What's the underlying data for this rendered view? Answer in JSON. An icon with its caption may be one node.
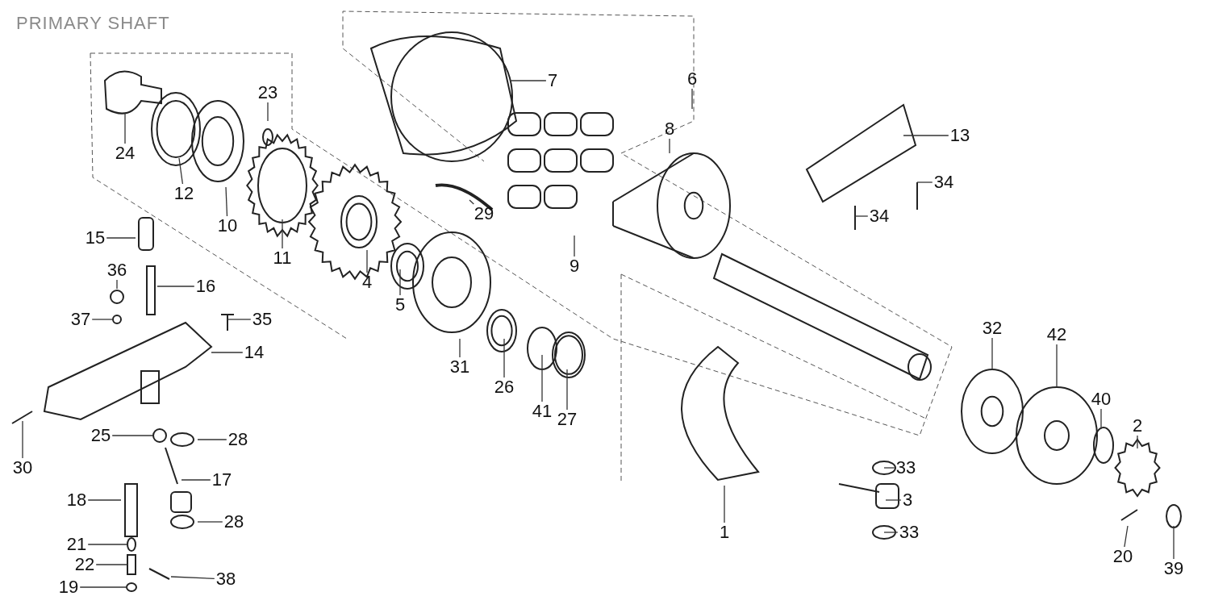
{
  "diagram": {
    "title": "PRIMARY SHAFT",
    "nodes": [
      {
        "text": [
          "7"
        ]
      },
      {
        "text": [
          "6"
        ]
      },
      {
        "text": [
          "23"
        ]
      },
      {
        "text": [
          "13"
        ]
      },
      {
        "text": [
          "8"
        ]
      },
      {
        "text": [
          "24"
        ]
      },
      {
        "text": [
          "34"
        ]
      },
      {
        "text": [
          "12"
        ]
      },
      {
        "text": [
          "34"
        ]
      },
      {
        "text": [
          "29"
        ]
      },
      {
        "text": [
          "10"
        ]
      },
      {
        "text": [
          "15"
        ]
      },
      {
        "text": [
          "11"
        ]
      },
      {
        "text": [
          "9"
        ]
      },
      {
        "text": [
          "36"
        ]
      },
      {
        "text": [
          "4"
        ]
      },
      {
        "text": [
          "16"
        ]
      },
      {
        "text": [
          "5"
        ]
      },
      {
        "text": [
          "37"
        ]
      },
      {
        "text": [
          "35"
        ]
      },
      {
        "text": [
          "32"
        ]
      },
      {
        "text": [
          "42"
        ]
      },
      {
        "text": [
          "14"
        ]
      },
      {
        "text": [
          "31"
        ]
      },
      {
        "text": [
          "26"
        ]
      },
      {
        "text": [
          "40"
        ]
      },
      {
        "text": [
          "41"
        ]
      },
      {
        "text": [
          "27"
        ]
      },
      {
        "text": [
          "2"
        ]
      },
      {
        "text": [
          "25"
        ]
      },
      {
        "text": [
          "28"
        ]
      },
      {
        "text": [
          "30"
        ]
      },
      {
        "text": [
          "33"
        ]
      },
      {
        "text": [
          "17"
        ]
      },
      {
        "text": [
          "3"
        ]
      },
      {
        "text": [
          "18"
        ]
      },
      {
        "text": [
          "28"
        ]
      },
      {
        "text": [
          "33"
        ]
      },
      {
        "text": [
          "1"
        ]
      },
      {
        "text": [
          "21"
        ]
      },
      {
        "text": [
          "20"
        ]
      },
      {
        "text": [
          "22"
        ]
      },
      {
        "text": [
          "39"
        ]
      },
      {
        "text": [
          "38"
        ]
      },
      {
        "text": [
          "19"
        ]
      }
    ],
    "edges": [
      {
        "from": 0,
        "to": null,
        "arrow": "none"
      },
      {
        "from": 1,
        "to": null,
        "arrow": "none"
      },
      {
        "from": 2,
        "to": null,
        "arrow": "none"
      },
      {
        "from": 3,
        "to": null,
        "arrow": "none"
      },
      {
        "from": 4,
        "to": null,
        "arrow": "none"
      },
      {
        "from": 5,
        "to": null,
        "arrow": "none"
      },
      {
        "from": 6,
        "to": null,
        "arrow": "none"
      },
      {
        "from": 7,
        "to": null,
        "arrow": "none"
      },
      {
        "from": 8,
        "to": null,
        "arrow": "none"
      },
      {
        "from": 9,
        "to": null,
        "arrow": "none"
      },
      {
        "from": 10,
        "to": null,
        "arrow": "none"
      },
      {
        "from": 11,
        "to": null,
        "arrow": "none"
      },
      {
        "from": 12,
        "to": null,
        "arrow": "none"
      },
      {
        "from": 13,
        "to": null,
        "arrow": "none"
      },
      {
        "from": 14,
        "to": null,
        "arrow": "none"
      },
      {
        "from": 15,
        "to": null,
        "arrow": "none"
      },
      {
        "from": 16,
        "to": null,
        "arrow": "none"
      },
      {
        "from": 17,
        "to": null,
        "arrow": "none"
      },
      {
        "from": 18,
        "to": null,
        "arrow": "none"
      },
      {
        "from": 19,
        "to": null,
        "arrow": "none"
      },
      {
        "from": 20,
        "to": null,
        "arrow": "none"
      },
      {
        "from": 21,
        "to": null,
        "arrow": "none"
      },
      {
        "from": 22,
        "to": null,
        "arrow": "none"
      },
      {
        "from": 23,
        "to": null,
        "arrow": "none"
      },
      {
        "from": 24,
        "to": null,
        "arrow": "none"
      },
      {
        "from": 25,
        "to": null,
        "arrow": "none"
      },
      {
        "from": 26,
        "to": null,
        "arrow": "none"
      },
      {
        "from": 27,
        "to": null,
        "arrow": "none"
      },
      {
        "from": 28,
        "to": null,
        "arrow": "none"
      },
      {
        "from": 29,
        "to": null,
        "arrow": "none"
      },
      {
        "from": 30,
        "to": null,
        "arrow": "none"
      },
      {
        "from": 31,
        "to": null,
        "arrow": "none"
      },
      {
        "from": 32,
        "to": null,
        "arrow": "none"
      },
      {
        "from": 33,
        "to": null,
        "arrow": "none"
      },
      {
        "from": 34,
        "to": null,
        "arrow": "none"
      },
      {
        "from": 35,
        "to": null,
        "arrow": "none"
      },
      {
        "from": 36,
        "to": null,
        "arrow": "none"
      },
      {
        "from": 37,
        "to": null,
        "arrow": "none"
      },
      {
        "from": 38,
        "to": null,
        "arrow": "none"
      },
      {
        "from": 39,
        "to": null,
        "arrow": "none"
      },
      {
        "from": 40,
        "to": null,
        "arrow": "none"
      },
      {
        "from": 41,
        "to": null,
        "arrow": "none"
      },
      {
        "from": 42,
        "to": null,
        "arrow": "none"
      },
      {
        "from": 43,
        "to": null,
        "arrow": "none"
      },
      {
        "from": 44,
        "to": null,
        "arrow": "none"
      }
    ]
  }
}
